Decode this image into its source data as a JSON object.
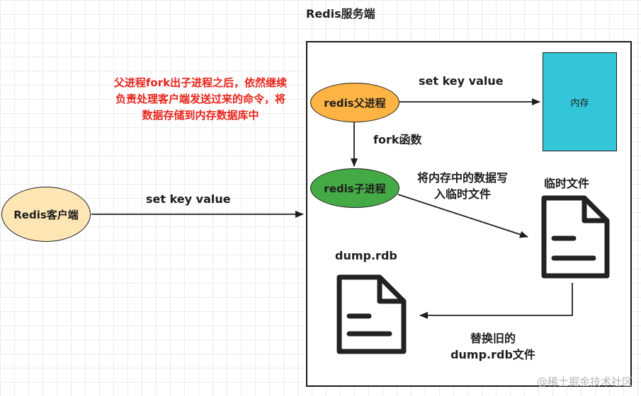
{
  "server_title": "Redis服务端",
  "client": {
    "label": "Redis客户端",
    "fill": "#fde6b4"
  },
  "parent_process": {
    "label": "redis父进程",
    "fill": "#ffb444"
  },
  "child_process": {
    "label": "redis子进程",
    "fill": "#43aa46"
  },
  "memory": {
    "label": "内存",
    "fill": "#33c5d8"
  },
  "note": "父进程fork出子进程之后，依然继续负责处理客户端发送过来的命令，将数据存储到内存数据库中",
  "edges": {
    "client_to_server": "set key value",
    "parent_to_memory": "set key value",
    "fork": "fork函数",
    "child_to_tempfile": "将内存中的数据写入临时文件",
    "replace": "替换旧的dump.rdb文件"
  },
  "temp_file": {
    "label": "临时文件",
    "icon": "document-icon"
  },
  "dump_file": {
    "label": "dump.rdb",
    "icon": "document-icon"
  },
  "watermark": "@稀土掘金技术社区"
}
